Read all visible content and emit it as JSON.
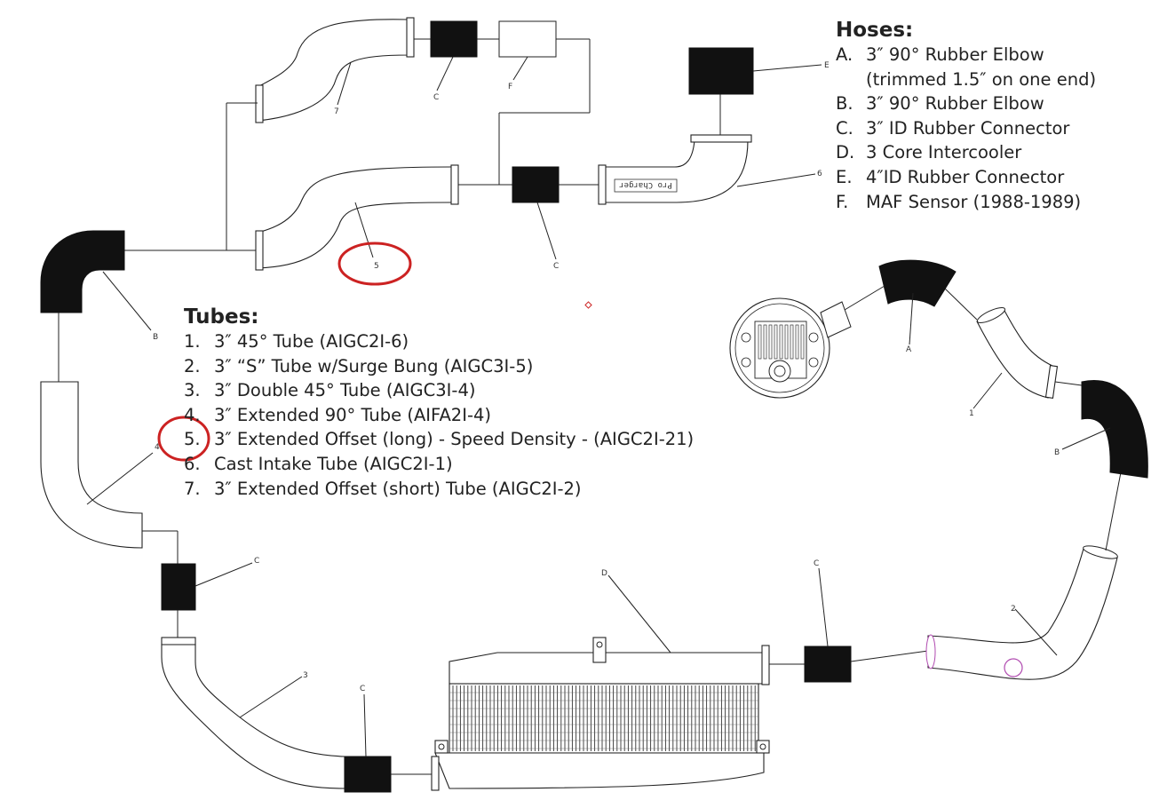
{
  "hoses": {
    "title": "Hoses:",
    "items": [
      {
        "key": "A.",
        "text": "3″ 90° Rubber Elbow"
      },
      {
        "key": "",
        "text": "(trimmed 1.5″ on one end)"
      },
      {
        "key": "B.",
        "text": "3″ 90° Rubber Elbow"
      },
      {
        "key": "C.",
        "text": "3″ ID Rubber Connector"
      },
      {
        "key": "D.",
        "text": "3 Core Intercooler"
      },
      {
        "key": "E.",
        "text": "4″ID Rubber Connector"
      },
      {
        "key": "F.",
        "text": "MAF Sensor (1988-1989)"
      }
    ]
  },
  "tubes": {
    "title": "Tubes:",
    "items": [
      {
        "key": "1.",
        "text": "3″ 45° Tube (AIGC2I-6)"
      },
      {
        "key": "2.",
        "text": "3″ “S” Tube w/Surge Bung (AIGC3I-5)"
      },
      {
        "key": "3.",
        "text": "3″ Double 45° Tube (AIGC3I-4)"
      },
      {
        "key": "4.",
        "text": "3″ Extended 90° Tube (AIFA2I-4)"
      },
      {
        "key": "5.",
        "text": "3″ Extended Offset (long) - Speed Density - (AIGC2I-21)"
      },
      {
        "key": "6.",
        "text": "Cast Intake Tube (AIGC2I-1)"
      },
      {
        "key": "7.",
        "text": "3″ Extended Offset (short) Tube (AIGC2I-2)"
      }
    ]
  },
  "callouts": {
    "tube_1": "1",
    "tube_2": "2",
    "tube_3": "3",
    "tube_4": "4",
    "tube_5": "5",
    "tube_6": "6",
    "tube_7": "7",
    "hose_a": "A",
    "hose_b_left": "B",
    "hose_b_right": "B",
    "hose_c_top": "C",
    "hose_c_left": "C",
    "hose_c_bottom": "C",
    "hose_c_right": "C",
    "intercooler_d": "D",
    "hose_e": "E",
    "maf_f": "F",
    "cast_tube_text": "Pro Charger"
  },
  "colors": {
    "highlight_circle": "#cc2222",
    "surge_bung": "#b04ab0",
    "hose_fill": "#111111"
  }
}
